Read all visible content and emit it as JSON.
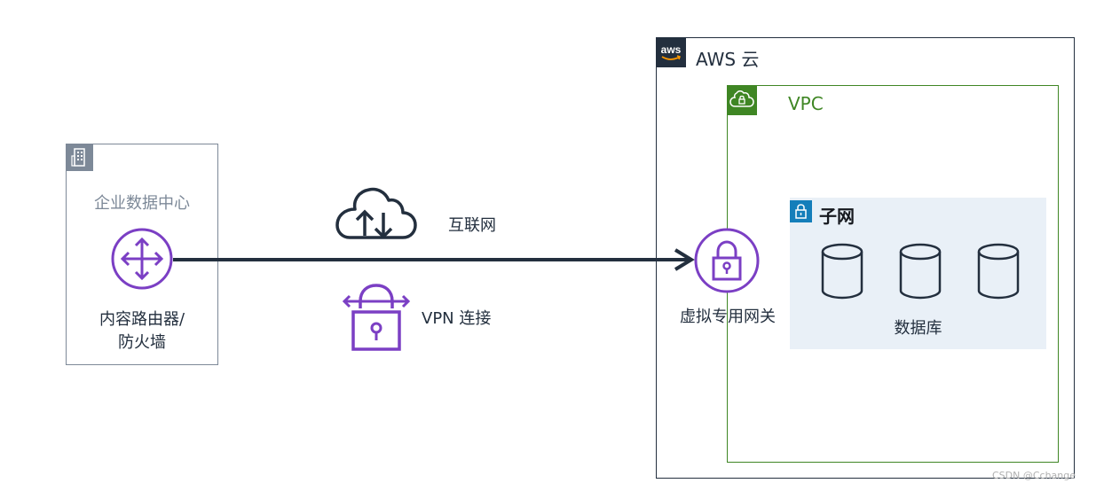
{
  "datacenter": {
    "title": "企业数据中心",
    "router_label_line1": "内容路由器/",
    "router_label_line2": "防火墙"
  },
  "connection": {
    "internet_label": "互联网",
    "vpn_label": "VPN 连接"
  },
  "aws": {
    "title": "AWS 云",
    "badge_text": "aws"
  },
  "vpc": {
    "title": "VPC"
  },
  "subnet": {
    "title": "子网",
    "database_label": "数据库",
    "database_count": 3
  },
  "gateway": {
    "label": "虚拟专用网关"
  },
  "watermark": "CSDN @Cchange",
  "colors": {
    "purple": "#7b3fc4",
    "dark": "#232f3e",
    "gray": "#7d8998",
    "green": "#3f8624",
    "blue": "#147eba",
    "subnet_bg": "#e9f0f7"
  }
}
